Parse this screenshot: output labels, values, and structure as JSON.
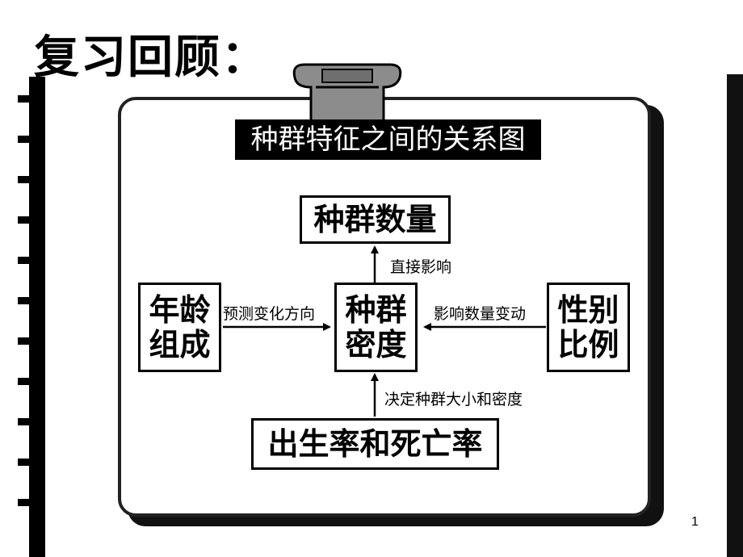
{
  "slide": {
    "title": "复习回顾：",
    "page_number": "1"
  },
  "diagram": {
    "title": "种群特征之间的关系图",
    "nodes": {
      "population_size": "种群数量",
      "age_structure_line1": "年龄",
      "age_structure_line2": "组成",
      "density_line1": "种群",
      "density_line2": "密度",
      "sex_ratio_line1": "性别",
      "sex_ratio_line2": "比例",
      "birth_death": "出生率和死亡率"
    },
    "edges": {
      "density_to_size": "直接影响",
      "age_to_density": "预测变化方向",
      "sex_to_density": "影响数量变动",
      "birth_death_to_density": "决定种群大小和密度"
    }
  }
}
